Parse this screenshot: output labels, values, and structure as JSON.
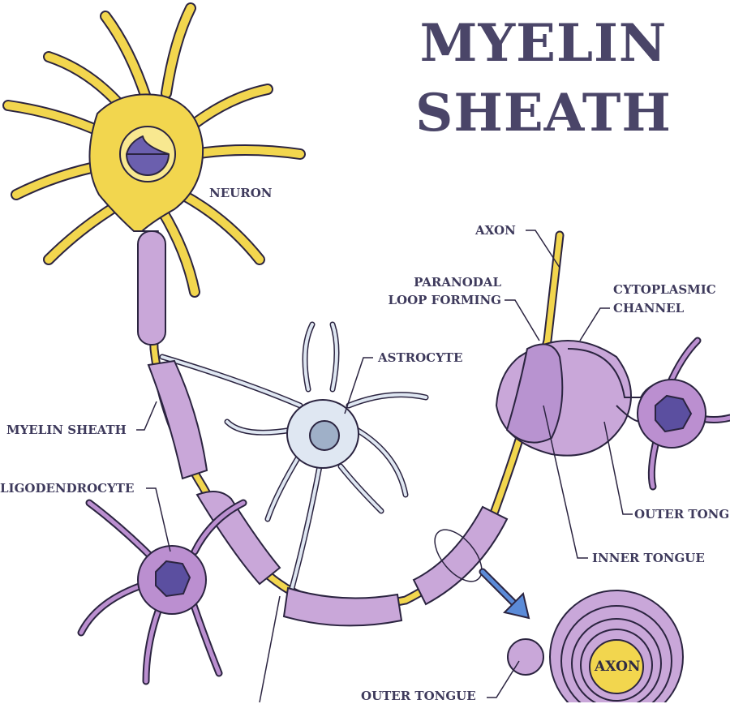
{
  "title": {
    "line1": "MYELIN",
    "line2": "SHEATH"
  },
  "labels": {
    "neuron": "NEURON",
    "axon": "AXON",
    "paranodal_line1": "PARANODAL",
    "paranodal_line2": "LOOP FORMING",
    "cytoplasmic_line1": "CYTOPLASMIC",
    "cytoplasmic_line2": "CHANNEL",
    "astrocyte": "ASTROCYTE",
    "myelin_sheath": "MYELIN SHEATH",
    "oligodendrocyte": "LIGODENDROCYTE",
    "outer_tongue_right": "OUTER TONG",
    "inner_tongue": "INNER TONGUE",
    "axon_cross_section": "AXON",
    "outer_tongue_bottom": "OUTER TONGUE"
  },
  "colors": {
    "title": "#4a4568",
    "label": "#3e3a5c",
    "neuron_yellow": "#f2d64e",
    "nucleus": "#6b5fae",
    "myelin": "#c9a7d9",
    "myelin_dark": "#9c78b8",
    "astrocyte": "#dfe7f2",
    "oligo": "#bb8fd0",
    "arrow": "#5b8bd8",
    "outline": "#2b2440"
  }
}
